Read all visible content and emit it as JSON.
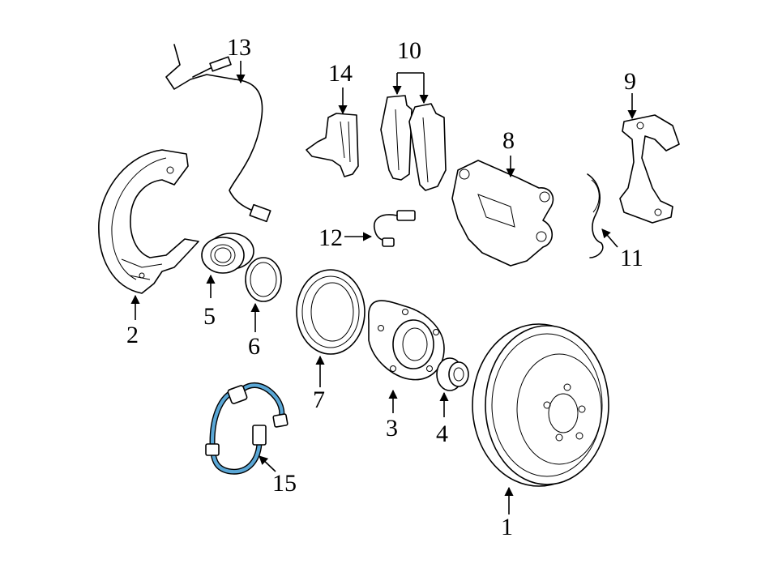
{
  "colors": {
    "line": "#000000",
    "highlight": "#5aa7d6",
    "background": "#ffffff"
  },
  "callouts": [
    {
      "id": "1",
      "label": "1"
    },
    {
      "id": "2",
      "label": "2"
    },
    {
      "id": "3",
      "label": "3"
    },
    {
      "id": "4",
      "label": "4"
    },
    {
      "id": "5",
      "label": "5"
    },
    {
      "id": "6",
      "label": "6"
    },
    {
      "id": "7",
      "label": "7"
    },
    {
      "id": "8",
      "label": "8"
    },
    {
      "id": "9",
      "label": "9"
    },
    {
      "id": "10",
      "label": "10"
    },
    {
      "id": "11",
      "label": "11"
    },
    {
      "id": "12",
      "label": "12"
    },
    {
      "id": "13",
      "label": "13"
    },
    {
      "id": "14",
      "label": "14"
    },
    {
      "id": "15",
      "label": "15"
    }
  ],
  "highlighted_part": "15"
}
